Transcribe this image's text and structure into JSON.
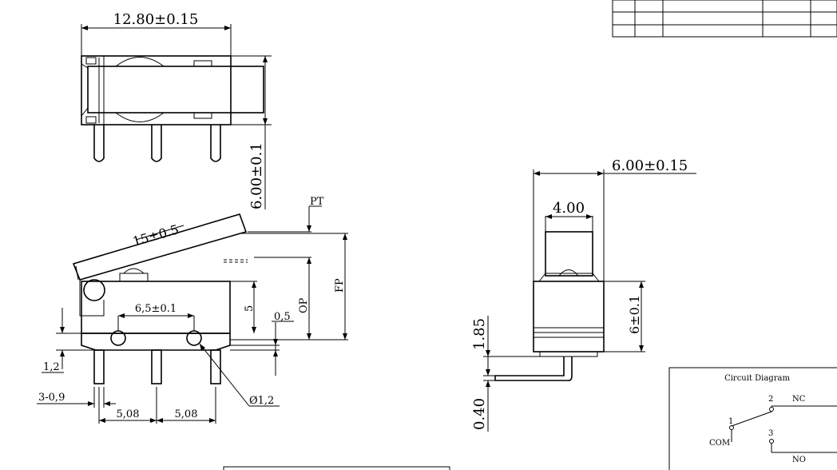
{
  "top_view": {
    "width_dim": "12.80±0.15",
    "height_dim": "6.00±0.1"
  },
  "side_view": {
    "lever_dim": "15±0.5",
    "pt_label": "PT",
    "fp_label": "FP",
    "op_label": "OP",
    "dim_5": "5",
    "dim_05": "0,5",
    "hole_spacing": "6,5±0.1",
    "dim_12": "1,2",
    "pin_dim": "3-0,9",
    "pitch_1": "5,08",
    "pitch_2": "5,08",
    "hole_dia": "Ø1,2"
  },
  "end_view": {
    "width_dim": "6.00±0.15",
    "actuator_dim": "4.00",
    "height_dim": "6±0.1",
    "dim_185": "1.85",
    "dim_040": "0.40"
  },
  "circuit": {
    "title": "Circuit Diagram",
    "pin1": "1",
    "pin2": "2",
    "pin3": "3",
    "com": "COM",
    "nc": "NC",
    "no": "NO"
  }
}
